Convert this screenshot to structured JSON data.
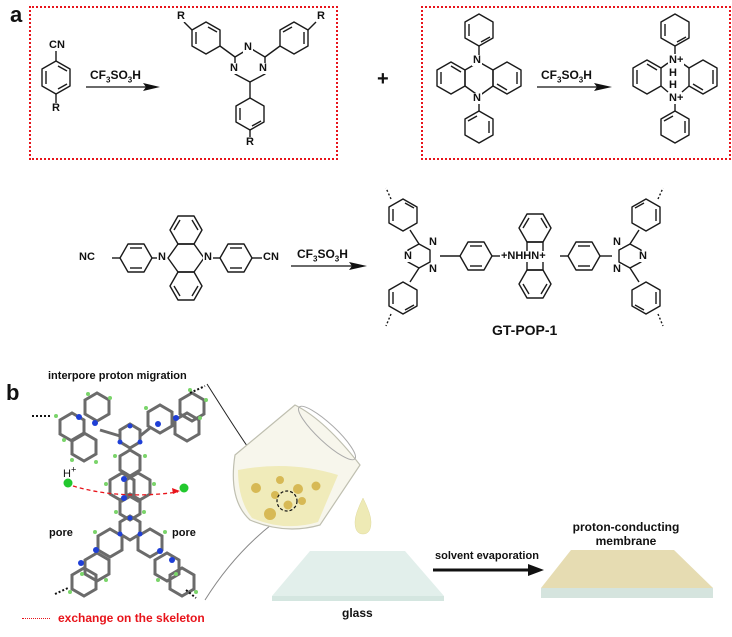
{
  "panel_a": {
    "label": "a",
    "box1": {
      "reactant_substituent_top": "CN",
      "reactant_substituent_bottom": "R",
      "reagent": "CF3SO3H",
      "product_substituent": "R",
      "product_ring_atom": "N"
    },
    "plus": "+",
    "box2": {
      "reactant_atom": "N",
      "reagent": "CF3SO3H",
      "product_atom_top": "N+",
      "product_atom_bottom": "N+",
      "product_h": "H"
    },
    "row2": {
      "left_group": "NC",
      "right_group": "CN",
      "core_atom": "N",
      "reagent": "CF3SO3H",
      "product_center": "+NHHN+",
      "product_triazine_atom": "N",
      "product_name": "GT-POP-1"
    }
  },
  "panel_b": {
    "label": "b",
    "top_caption": "interpore proton migration",
    "proton_label": "H+",
    "pore_left": "pore",
    "pore_right": "pore",
    "legend": "exchange on the skeleton",
    "glass_label": "glass",
    "arrow_label": "solvent evaporation",
    "membrane_label_line1": "proton-conducting",
    "membrane_label_line2": "membrane"
  },
  "colors": {
    "dashed_box": "#e8141b",
    "legend_red": "#e8141b",
    "nitrogen_blue": "#1f3fd6",
    "hydrogen_green": "#7ad46a",
    "proton_green": "#22c82e",
    "carbon_gray": "#6b6b6b",
    "solution_yellow": "#eeeab5",
    "glass_color": "#dfeeea",
    "membrane_color": "#e6dcb2"
  }
}
